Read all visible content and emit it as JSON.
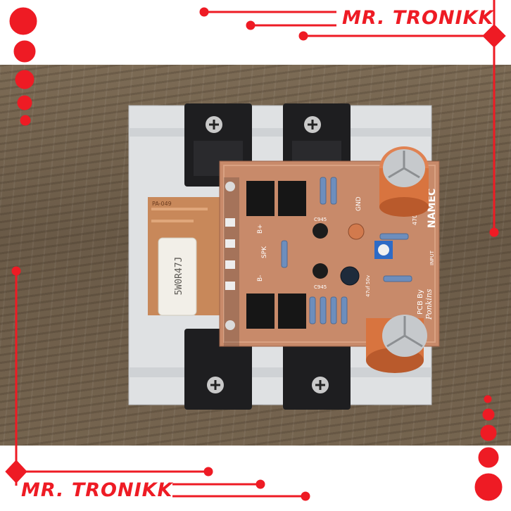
{
  "brand": {
    "top_text": "MR. TRONIKK",
    "bottom_text": "MR. TRONIKK",
    "accent_color": "#ee1b24"
  },
  "board": {
    "brand_label": "NAMEC",
    "credit_line1": "PCB By",
    "credit_line2": "Ponkins",
    "power_labels": [
      "B+",
      "SPK",
      "B-"
    ],
    "gnd_label": "GND",
    "input_label": "INPUT",
    "transistor_labels": [
      "C945",
      "C945"
    ],
    "cap_rating_top": "470uf 50v",
    "cap_rating_small": "47uf 50v",
    "resistor_text": "5W0R47J",
    "side_pcb_label": "PA-049"
  }
}
